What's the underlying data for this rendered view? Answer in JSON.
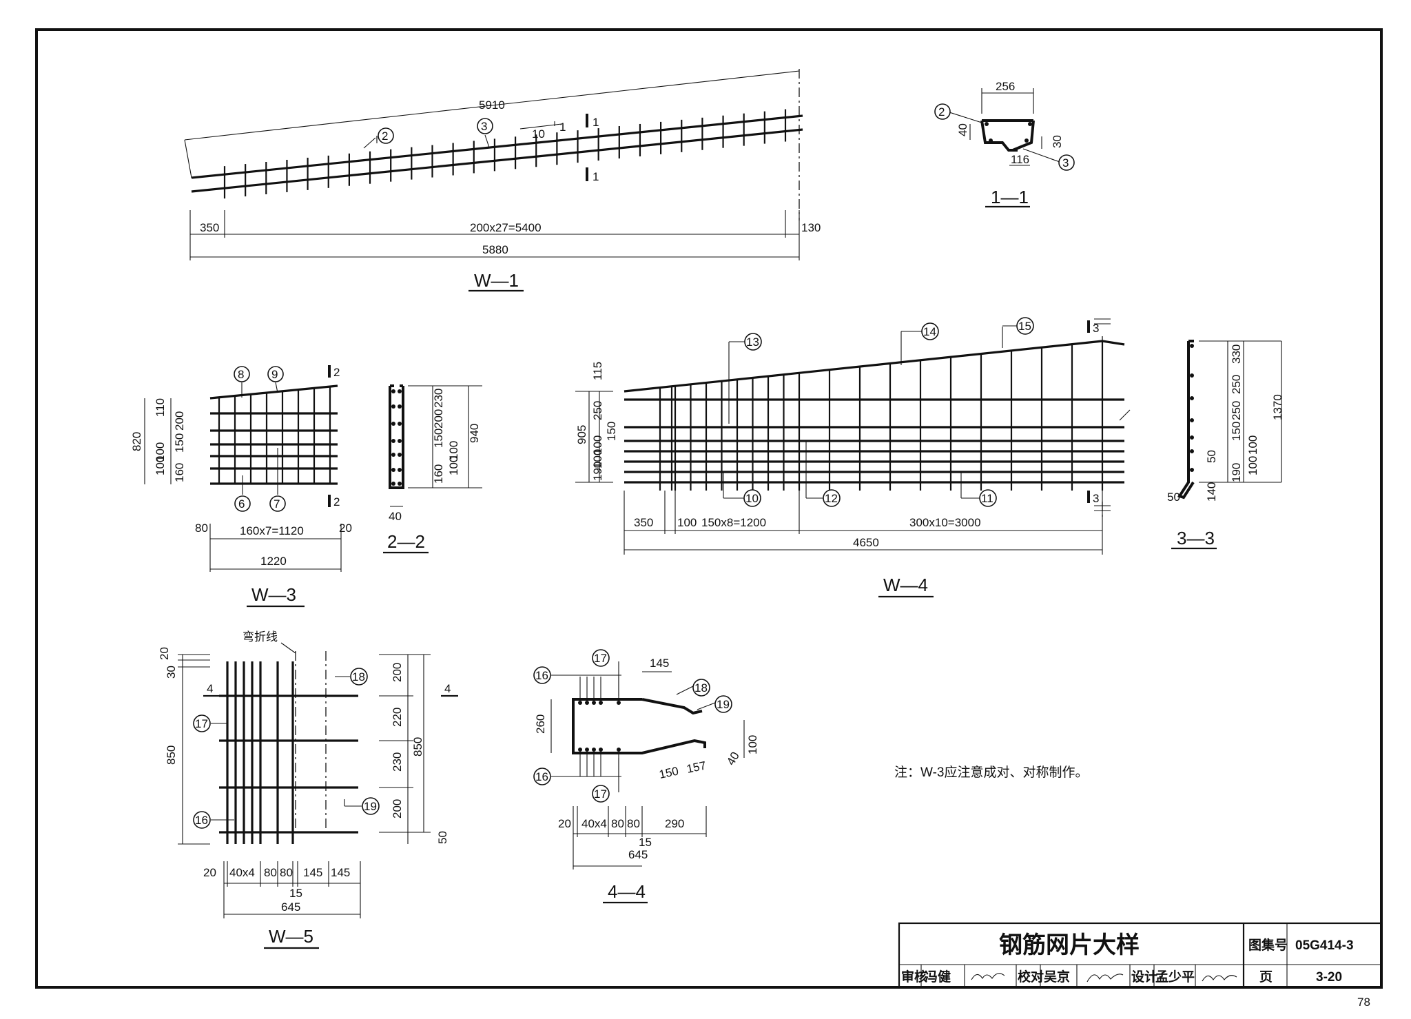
{
  "sheet": {
    "page_number": "78",
    "note": "注：W-3应注意成对、对称制作。"
  },
  "title_block": {
    "title": "钢筋网片大样",
    "atlas_label": "图集号",
    "atlas_no": "05G414-3",
    "review_label": "审核",
    "reviewer": "冯健",
    "check_label": "校对",
    "checker": "吴京",
    "design_label": "设计",
    "designer": "孟少平",
    "page_label": "页",
    "page_no": "3-20"
  },
  "views": {
    "w1": {
      "title": "W—1",
      "dims": {
        "total_top": "5910",
        "left": "350",
        "middle": "200x27=5400",
        "right": "130",
        "total": "5880",
        "slope": "10",
        "slope_rise": "1"
      },
      "marks": [
        "2",
        "3"
      ],
      "section": "1"
    },
    "s11": {
      "title": "1—1",
      "dims": {
        "top": "256",
        "left": "40",
        "right": "30",
        "bottom": "116"
      },
      "marks": [
        "2",
        "3"
      ]
    },
    "w3": {
      "title": "W—3",
      "dims": {
        "v1": "110",
        "v2": "200",
        "v3": "150",
        "v4": "100",
        "v5": "100",
        "v6": "160",
        "total_v": "820",
        "left": "80",
        "middle": "160x7=1120",
        "right": "20",
        "total": "1220"
      },
      "marks": [
        "8",
        "9",
        "6",
        "7"
      ],
      "section": "2"
    },
    "s22": {
      "title": "2—2",
      "dims": {
        "v1": "230",
        "v2": "200",
        "v3": "150",
        "v4": "100",
        "v5": "100",
        "v6": "160",
        "total": "940",
        "bottom": "40"
      }
    },
    "w4": {
      "title": "W—4",
      "dims": {
        "v1": "115",
        "v2": "250",
        "v3": "150",
        "v4": "100",
        "v5": "100",
        "v6": "190",
        "total_v": "905",
        "h1": "350",
        "h2": "100",
        "h3": "150x8=1200",
        "h4": "300x10=3000",
        "total": "4650"
      },
      "marks": [
        "13",
        "14",
        "15",
        "10",
        "12",
        "11"
      ],
      "section": "3"
    },
    "s33": {
      "title": "3—3",
      "dims": {
        "v1": "330",
        "v2": "250",
        "v3": "250",
        "v4": "150",
        "v5": "100",
        "v6": "100",
        "total": "1370",
        "lip": "50",
        "foot_v": "140",
        "foot_h": "50",
        "small": "190"
      }
    },
    "w5": {
      "title": "W—5",
      "bend_label": "弯折线",
      "dims": {
        "top1": "20",
        "top2": "30",
        "left_total": "850",
        "r1": "200",
        "r2": "220",
        "r3": "230",
        "r4": "200",
        "r5": "50",
        "right_total": "850",
        "b1": "20",
        "b2": "40x4",
        "b3": "80",
        "b4": "80",
        "b5": "145",
        "b6": "145",
        "b7": "15",
        "total": "645"
      },
      "marks": [
        "18",
        "17",
        "16",
        "19"
      ],
      "section": "4"
    },
    "s44": {
      "title": "4—4",
      "dims": {
        "top": "145",
        "height": "260",
        "right": "100",
        "d1": "150",
        "d2": "157",
        "d3": "40",
        "b1": "20",
        "b2": "40x4",
        "b3": "80",
        "b4": "80",
        "b5": "290",
        "b6": "15",
        "total": "645"
      },
      "marks": [
        "16",
        "17",
        "18",
        "19",
        "16",
        "17"
      ]
    }
  }
}
